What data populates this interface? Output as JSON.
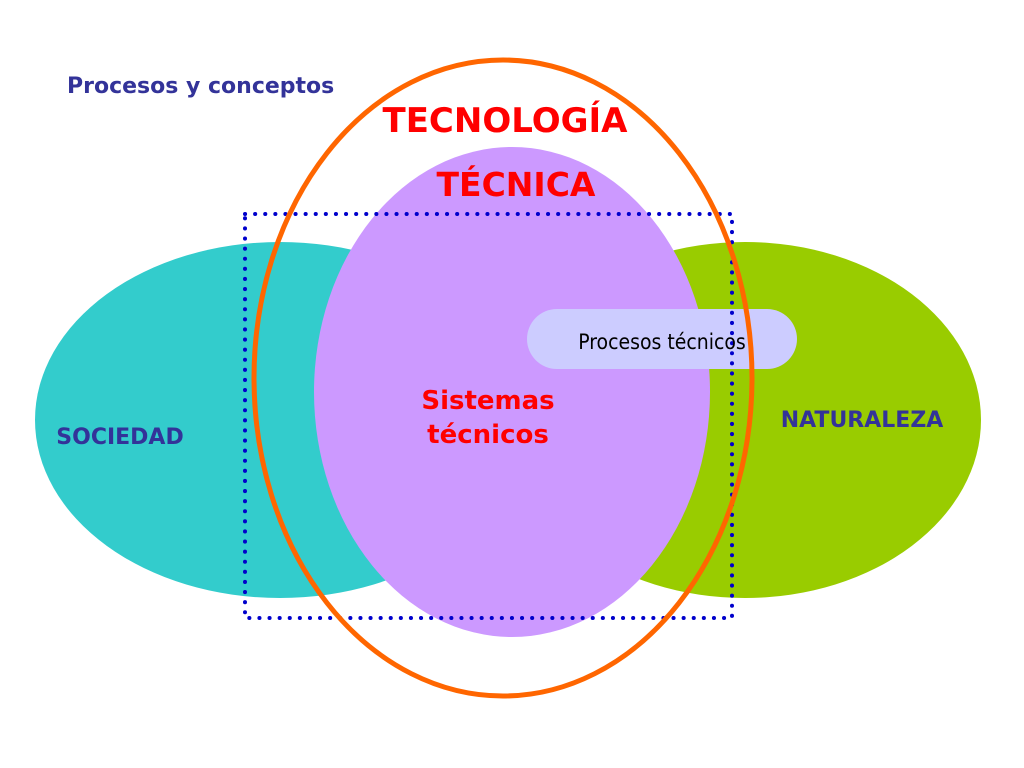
{
  "diagram": {
    "title": "Procesos y conceptos",
    "labels": {
      "tecnologia": "TECNOLOGÍA",
      "tecnica": "TÉCNICA",
      "sistemas_line1": "Sistemas",
      "sistemas_line2": "técnicos",
      "sociedad": "SOCIEDAD",
      "naturaleza": "NATURALEZA",
      "procesos": "Procesos técnicos"
    },
    "colors": {
      "sociedad_fill": "#33CCCC",
      "naturaleza_fill": "#99CC00",
      "tecnica_fill": "#CC99FF",
      "tecnologia_stroke": "#FF6600",
      "dotted_box": "#0000CC",
      "procesos_fill": "#CCCCFF",
      "title_color": "#333399",
      "red_text": "#FF0000",
      "dark_text": "#333399"
    }
  }
}
